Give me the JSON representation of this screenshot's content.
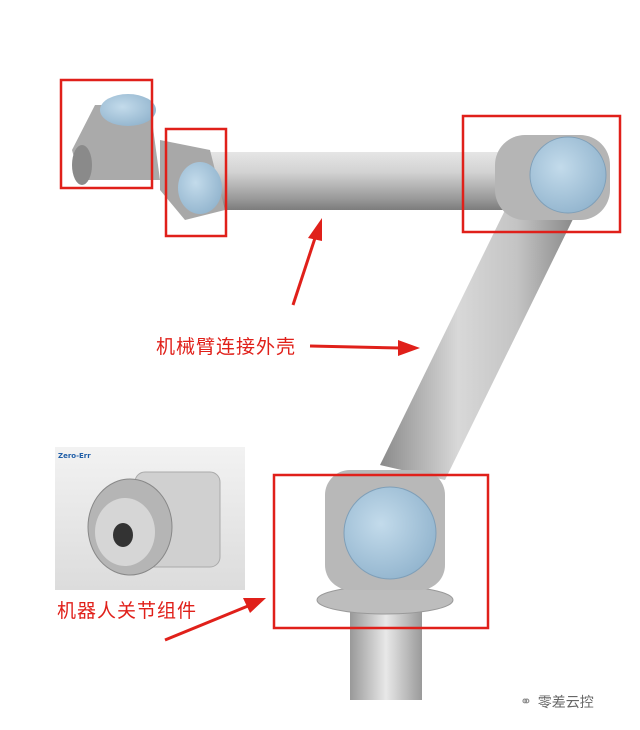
{
  "annotations": {
    "housing_label": "机械臂连接外壳",
    "joint_label": "机器人关节组件"
  },
  "inset": {
    "logo_text": "Zero-Err"
  },
  "watermark": {
    "icon": "wechat-icon",
    "text": "零差云控"
  },
  "colors": {
    "annotation_red": "#e0201a",
    "joint_cap_blue": "#a9c8de",
    "arm_gray": "#c9c9c9"
  }
}
